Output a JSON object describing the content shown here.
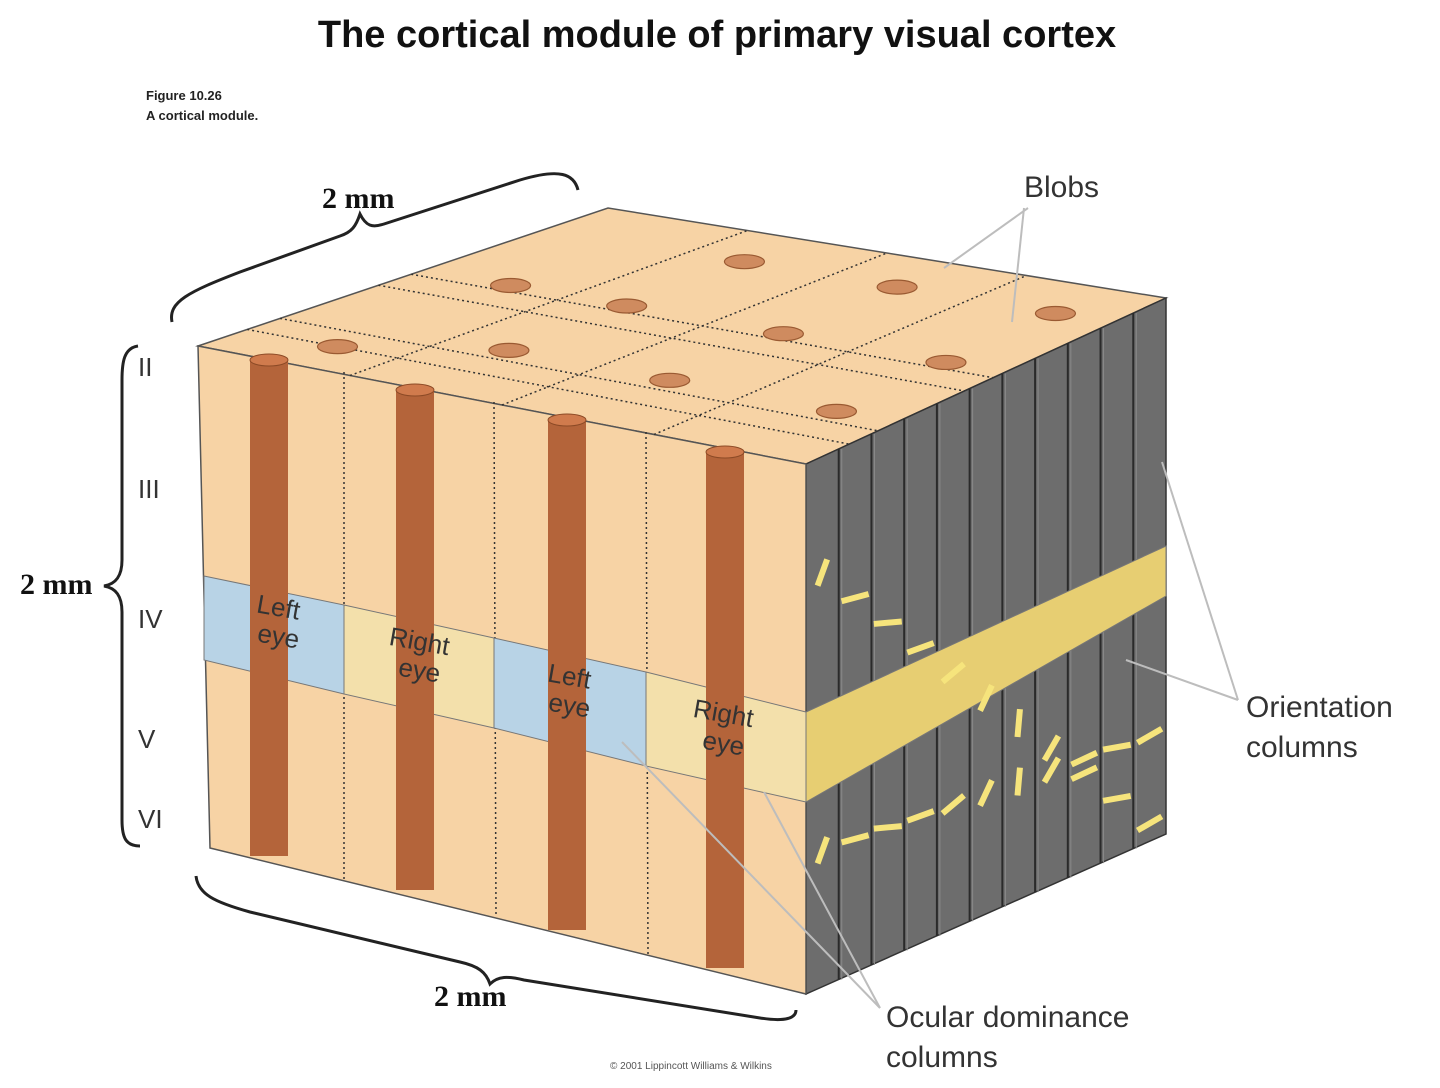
{
  "title": "The cortical module of primary visual cortex",
  "figure": {
    "number": "Figure 10.26",
    "caption": "A cortical module."
  },
  "dimensions": {
    "top": "2 mm",
    "left": "2 mm",
    "bottom": "2 mm"
  },
  "layers": [
    "II",
    "III",
    "IV",
    "V",
    "VI"
  ],
  "eye_bands": [
    {
      "line1": "Left",
      "line2": "eye"
    },
    {
      "line1": "Right",
      "line2": "eye"
    },
    {
      "line1": "Left",
      "line2": "eye"
    },
    {
      "line1": "Right",
      "line2": "eye"
    }
  ],
  "callouts": {
    "blobs": "Blobs",
    "orientation_line1": "Orientation",
    "orientation_line2": "columns",
    "ocular_line1": "Ocular dominance",
    "ocular_line2": "columns"
  },
  "copyright": "© 2001 Lippincott Williams & Wilkins",
  "colors": {
    "cortex": "#f7d3a5",
    "column": "#b4643a",
    "blob": "#cf8b5f",
    "left_eye": "#b8d3e6",
    "right_eye": "#f3e0ab",
    "side": "#6d6d6d",
    "layer4_side": "#e7ce72",
    "orientation_bar": "#f6e47c"
  }
}
